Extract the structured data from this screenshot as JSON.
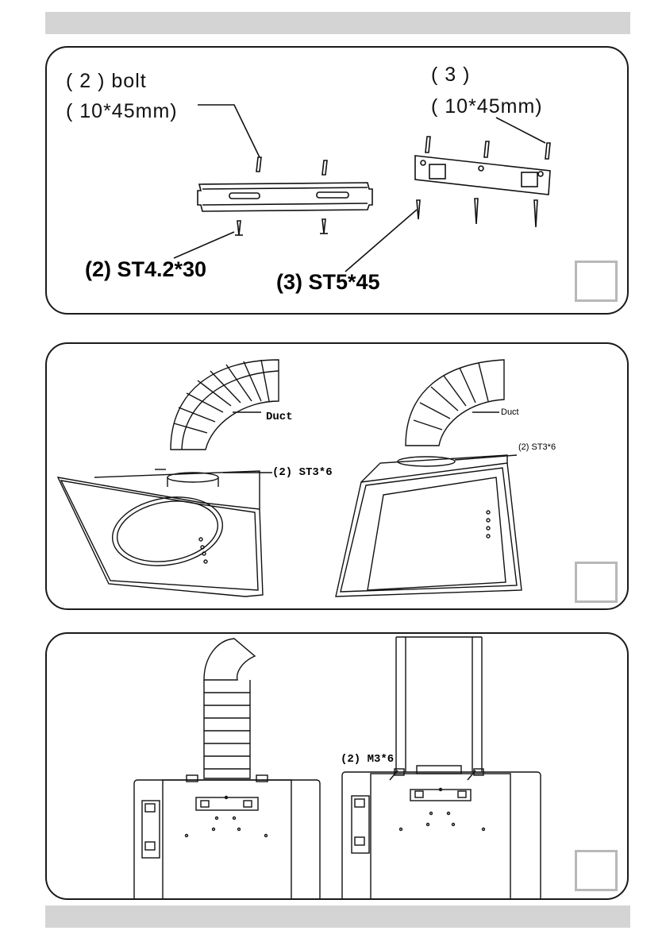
{
  "header_bar": "",
  "footer_bar": "",
  "panel1": {
    "bolt_label_line1": "( 2 ) bolt",
    "bolt_label_line2": "( 10*45mm)",
    "kit_label_line1": "( 3 )",
    "kit_label_line2": "( 10*45mm)",
    "screw_label_left": "(2) ST4.2*30",
    "screw_label_right": "(3) ST5*45",
    "step_box": ""
  },
  "panel2": {
    "duct_label_left": "Duct",
    "duct_label_right": "Duct",
    "screw_label_left": "(2) ST3*6",
    "screw_label_right": "(2) ST3*6",
    "step_box": ""
  },
  "panel3": {
    "screw_label": "(2) M3*6",
    "step_box": ""
  }
}
